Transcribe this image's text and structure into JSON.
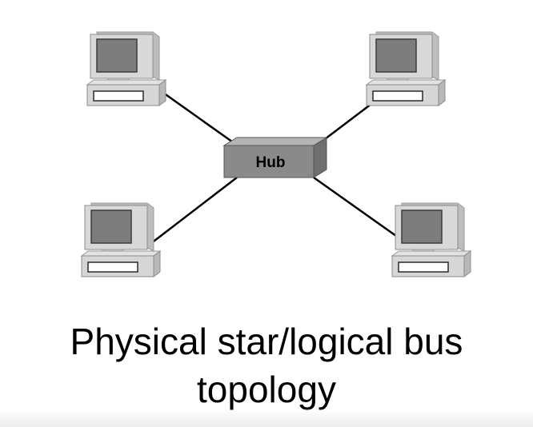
{
  "diagram": {
    "hub_label": "Hub",
    "caption_line1": "Physical star/logical bus",
    "caption_line2": "topology",
    "nodes": [
      {
        "name": "computer-top-left",
        "icon": "computer-icon"
      },
      {
        "name": "computer-top-right",
        "icon": "computer-icon"
      },
      {
        "name": "computer-bottom-left",
        "icon": "computer-icon"
      },
      {
        "name": "computer-bottom-right",
        "icon": "computer-icon"
      }
    ],
    "colors": {
      "hub_front": "#8a8a8a",
      "hub_top": "#b4b4b4",
      "hub_side": "#6e6e6e",
      "computer_body": "#d4d4d4",
      "screen": "#7d7d7d",
      "link": "#000000"
    }
  }
}
